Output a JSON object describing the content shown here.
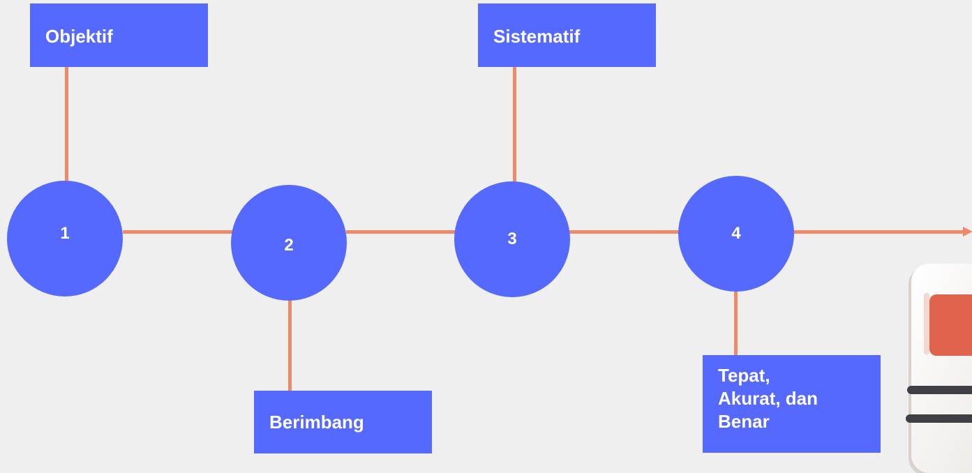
{
  "diagram": {
    "nodes": [
      {
        "number": "1",
        "label": "Objektif"
      },
      {
        "number": "2",
        "label": "Berimbang"
      },
      {
        "number": "3",
        "label": "Sistematif"
      },
      {
        "number": "4",
        "label": "Tepat, Akurat, dan Benar"
      }
    ],
    "label_4_lines": [
      "Tepat,",
      "Akurat, dan",
      "Benar"
    ]
  },
  "colors": {
    "background": "#efefef",
    "node_fill": "#5569ff",
    "connector": "#ee8a67",
    "text": "#ffffff"
  },
  "icons": {
    "decoration": "document-icon"
  }
}
